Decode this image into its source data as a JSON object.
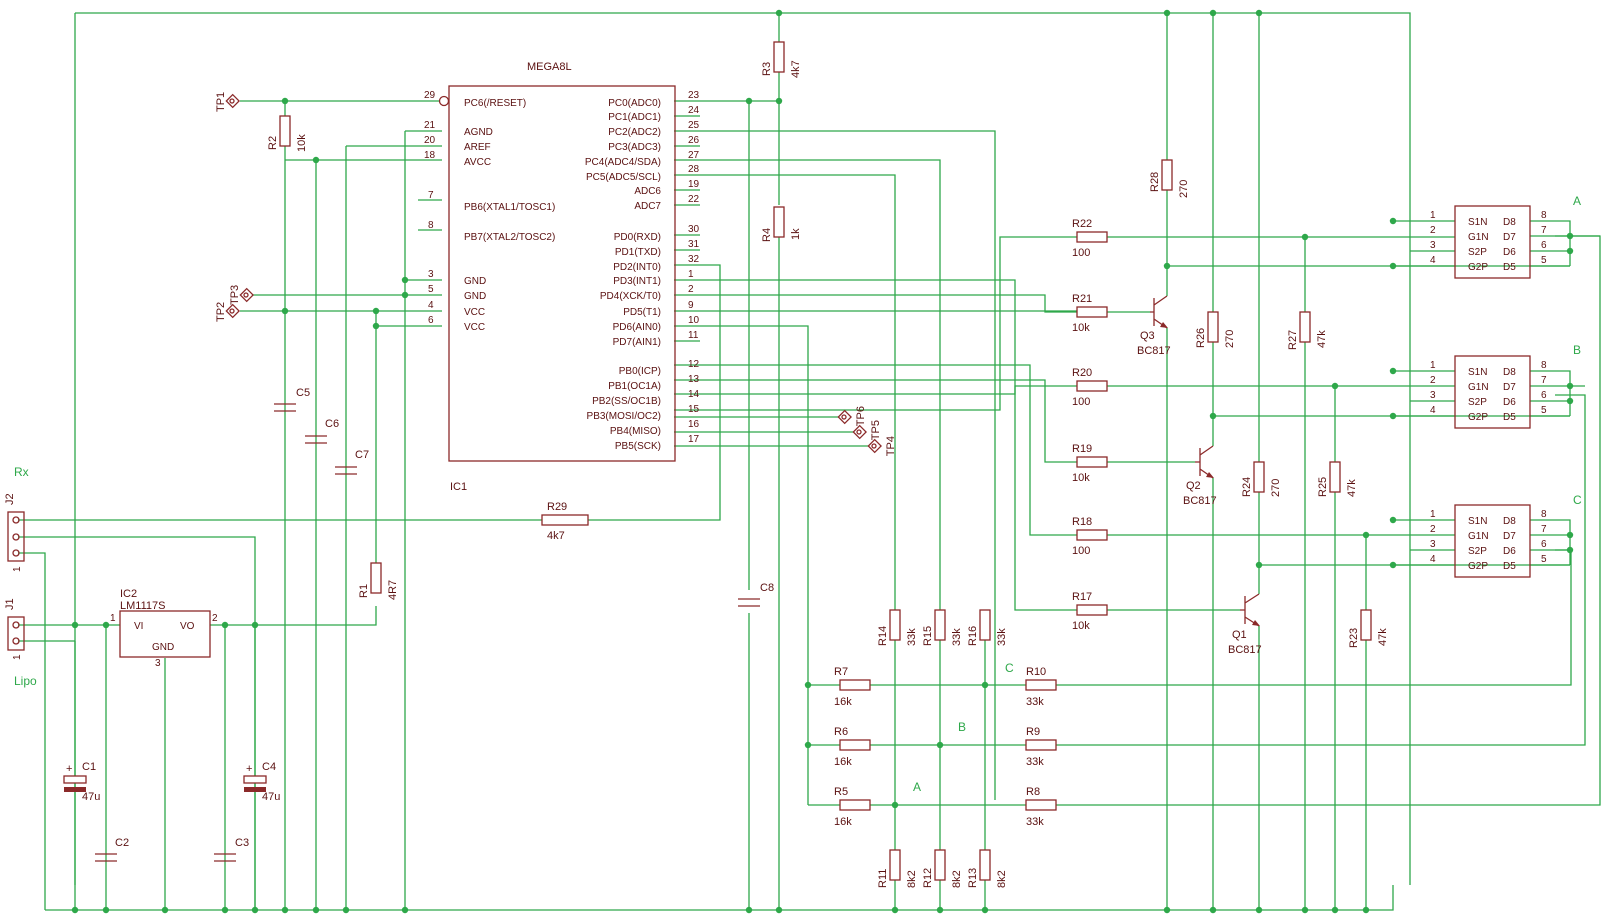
{
  "ic1": {
    "name": "MEGA8L",
    "ref": "IC1",
    "left_pins": [
      {
        "num": "29",
        "label": "PC6(/RESET)"
      },
      {
        "num": "21",
        "label": "AGND"
      },
      {
        "num": "20",
        "label": "AREF"
      },
      {
        "num": "18",
        "label": "AVCC"
      },
      {
        "num": "7",
        "label": "PB6(XTAL1/TOSC1)"
      },
      {
        "num": "8",
        "label": "PB7(XTAL2/TOSC2)"
      },
      {
        "num": "3",
        "label": "GND"
      },
      {
        "num": "5",
        "label": "GND"
      },
      {
        "num": "4",
        "label": "VCC"
      },
      {
        "num": "6",
        "label": "VCC"
      }
    ],
    "right_pins": [
      {
        "num": "23",
        "label": "PC0(ADC0)"
      },
      {
        "num": "24",
        "label": "PC1(ADC1)"
      },
      {
        "num": "25",
        "label": "PC2(ADC2)"
      },
      {
        "num": "26",
        "label": "PC3(ADC3)"
      },
      {
        "num": "27",
        "label": "PC4(ADC4/SDA)"
      },
      {
        "num": "28",
        "label": "PC5(ADC5/SCL)"
      },
      {
        "num": "19",
        "label": "ADC6"
      },
      {
        "num": "22",
        "label": "ADC7"
      },
      {
        "num": "30",
        "label": "PD0(RXD)"
      },
      {
        "num": "31",
        "label": "PD1(TXD)"
      },
      {
        "num": "32",
        "label": "PD2(INT0)"
      },
      {
        "num": "1",
        "label": "PD3(INT1)"
      },
      {
        "num": "2",
        "label": "PD4(XCK/T0)"
      },
      {
        "num": "9",
        "label": "PD5(T1)"
      },
      {
        "num": "10",
        "label": "PD6(AIN0)"
      },
      {
        "num": "11",
        "label": "PD7(AIN1)"
      },
      {
        "num": "12",
        "label": "PB0(ICP)"
      },
      {
        "num": "13",
        "label": "PB1(OC1A)"
      },
      {
        "num": "14",
        "label": "PB2(SS/OC1B)"
      },
      {
        "num": "15",
        "label": "PB3(MOSI/OC2)"
      },
      {
        "num": "16",
        "label": "PB4(MISO)"
      },
      {
        "num": "17",
        "label": "PB5(SCK)"
      }
    ]
  },
  "ic2": {
    "name": "LM1117S",
    "ref": "IC2",
    "vi": "VI",
    "vo": "VO",
    "gnd": "GND",
    "pin1": "1",
    "pin2": "2",
    "pin3": "3"
  },
  "drivers": {
    "pins_left": [
      "1",
      "2",
      "3",
      "4"
    ],
    "pins_right": [
      "8",
      "7",
      "6",
      "5"
    ],
    "labels_left": [
      "S1N",
      "G1N",
      "S2P",
      "G2P"
    ],
    "labels_right": [
      "D8",
      "D7",
      "D6",
      "D5"
    ],
    "phase_labels": [
      "A",
      "B",
      "C"
    ]
  },
  "resistors": [
    {
      "ref": "R1",
      "value": "4R7"
    },
    {
      "ref": "R2",
      "value": "10k"
    },
    {
      "ref": "R3",
      "value": "4k7"
    },
    {
      "ref": "R4",
      "value": "1k"
    },
    {
      "ref": "R5",
      "value": "16k"
    },
    {
      "ref": "R6",
      "value": "16k"
    },
    {
      "ref": "R7",
      "value": "16k"
    },
    {
      "ref": "R8",
      "value": "33k"
    },
    {
      "ref": "R9",
      "value": "33k"
    },
    {
      "ref": "R10",
      "value": "33k"
    },
    {
      "ref": "R11",
      "value": "8k2"
    },
    {
      "ref": "R12",
      "value": "8k2"
    },
    {
      "ref": "R13",
      "value": "8k2"
    },
    {
      "ref": "R14",
      "value": "33k"
    },
    {
      "ref": "R15",
      "value": "33k"
    },
    {
      "ref": "R16",
      "value": "33k"
    },
    {
      "ref": "R17",
      "value": "10k"
    },
    {
      "ref": "R18",
      "value": "100"
    },
    {
      "ref": "R19",
      "value": "10k"
    },
    {
      "ref": "R20",
      "value": "100"
    },
    {
      "ref": "R21",
      "value": "10k"
    },
    {
      "ref": "R22",
      "value": "100"
    },
    {
      "ref": "R23",
      "value": "47k"
    },
    {
      "ref": "R24",
      "value": "270"
    },
    {
      "ref": "R25",
      "value": "47k"
    },
    {
      "ref": "R26",
      "value": "270"
    },
    {
      "ref": "R27",
      "value": "47k"
    },
    {
      "ref": "R28",
      "value": "270"
    },
    {
      "ref": "R29",
      "value": "4k7"
    }
  ],
  "capacitors": [
    {
      "ref": "C1",
      "value": "47u"
    },
    {
      "ref": "C2",
      "value": ""
    },
    {
      "ref": "C3",
      "value": ""
    },
    {
      "ref": "C4",
      "value": "47u"
    },
    {
      "ref": "C5",
      "value": ""
    },
    {
      "ref": "C6",
      "value": ""
    },
    {
      "ref": "C7",
      "value": ""
    },
    {
      "ref": "C8",
      "value": ""
    }
  ],
  "transistors": [
    {
      "ref": "Q1",
      "value": "BC817"
    },
    {
      "ref": "Q2",
      "value": "BC817"
    },
    {
      "ref": "Q3",
      "value": "BC817"
    }
  ],
  "testpoints": [
    "TP1",
    "TP2",
    "TP3",
    "TP4",
    "TP5",
    "TP6"
  ],
  "connectors": {
    "j1": {
      "ref": "J1",
      "label": "Lipo",
      "pin": "1"
    },
    "j2": {
      "ref": "J2",
      "label": "Rx",
      "pin": "1"
    }
  },
  "net_labels": {
    "a": "A",
    "b": "B",
    "c": "C"
  },
  "polarity_mark": "+"
}
